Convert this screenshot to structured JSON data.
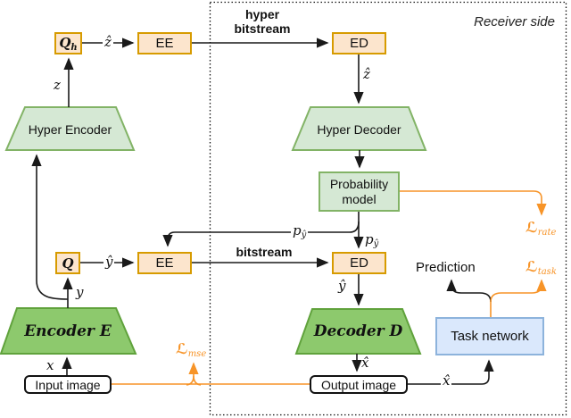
{
  "receiver_panel": {
    "label": "Receiver side"
  },
  "captions": {
    "hyper_line1": "hyper",
    "hyper_line2": "bitstream",
    "bitstream": "bitstream",
    "prediction": "Prediction"
  },
  "blocks": {
    "qh": {
      "main": "Q",
      "sub": "h"
    },
    "q": {
      "main": "Q"
    },
    "ee_top": "EE",
    "ed_top": "ED",
    "ee": "EE",
    "ed": "ED",
    "hyper_encoder": "Hyper Encoder",
    "hyper_decoder": "Hyper Decoder",
    "probability_line1": "Probability",
    "probability_line2": "model",
    "encoder": {
      "name": "Encoder",
      "symbol": "E"
    },
    "decoder": {
      "name": "Decoder",
      "symbol": "D"
    },
    "task_network": "Task network",
    "input_image": "Input image",
    "output_image": "Output image"
  },
  "variables": {
    "z": "z",
    "z_hat": "ẑ",
    "z_hat_receiver": "ẑ",
    "y": "y",
    "y_hat": "ŷ",
    "y_hat_receiver": "ŷ",
    "x": "x",
    "x_hat": "x̂",
    "x_hat_out": "x̂",
    "p_main": "p",
    "p_sub": "ŷ",
    "p_main2": "p",
    "p_sub2": "ŷ"
  },
  "losses": {
    "script_l": "ℒ",
    "mse": "mse",
    "rate": "rate",
    "task": "task"
  },
  "colors": {
    "accent_orange": "#f79428",
    "box_orange_border": "#d79b00",
    "box_orange_fill": "#fce5cd",
    "green_light_fill": "#d5e8d4",
    "green_light_border": "#82b366",
    "green_dark_fill": "#8dc96d",
    "green_dark_border": "#60a23c",
    "blue_fill": "#dae8fc",
    "blue_border": "#8db3dc",
    "line_black": "#1a1a1a"
  }
}
